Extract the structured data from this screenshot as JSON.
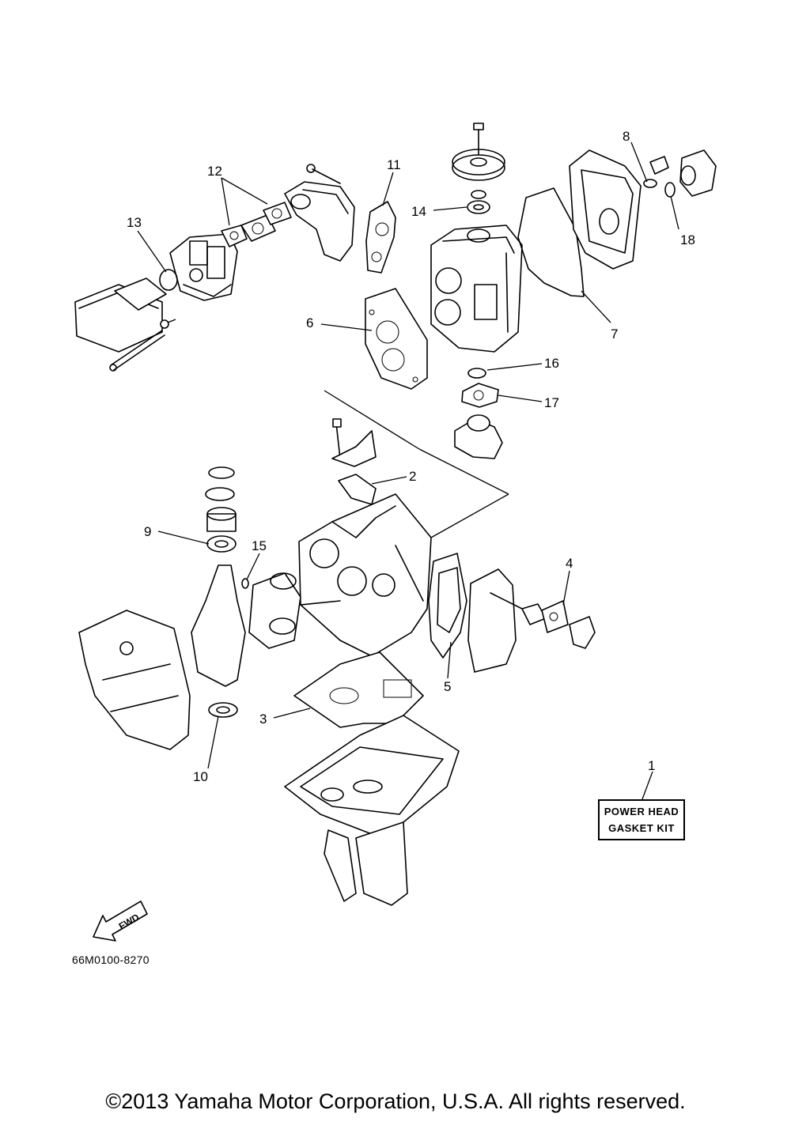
{
  "diagram": {
    "callouts": [
      {
        "number": "1"
      },
      {
        "number": "2"
      },
      {
        "number": "3"
      },
      {
        "number": "4"
      },
      {
        "number": "5"
      },
      {
        "number": "6"
      },
      {
        "number": "7"
      },
      {
        "number": "8"
      },
      {
        "number": "9"
      },
      {
        "number": "10"
      },
      {
        "number": "11"
      },
      {
        "number": "12"
      },
      {
        "number": "13"
      },
      {
        "number": "14"
      },
      {
        "number": "15"
      },
      {
        "number": "16"
      },
      {
        "number": "17"
      },
      {
        "number": "18"
      }
    ],
    "kit_label": {
      "line1": "POWER HEAD",
      "line2": "GASKET KIT"
    },
    "fwd_arrow": "FWD",
    "diagram_code": "66M0100-8270"
  },
  "footer": {
    "copyright": "©2013 Yamaha Motor Corporation, U.S.A. All rights reserved."
  }
}
